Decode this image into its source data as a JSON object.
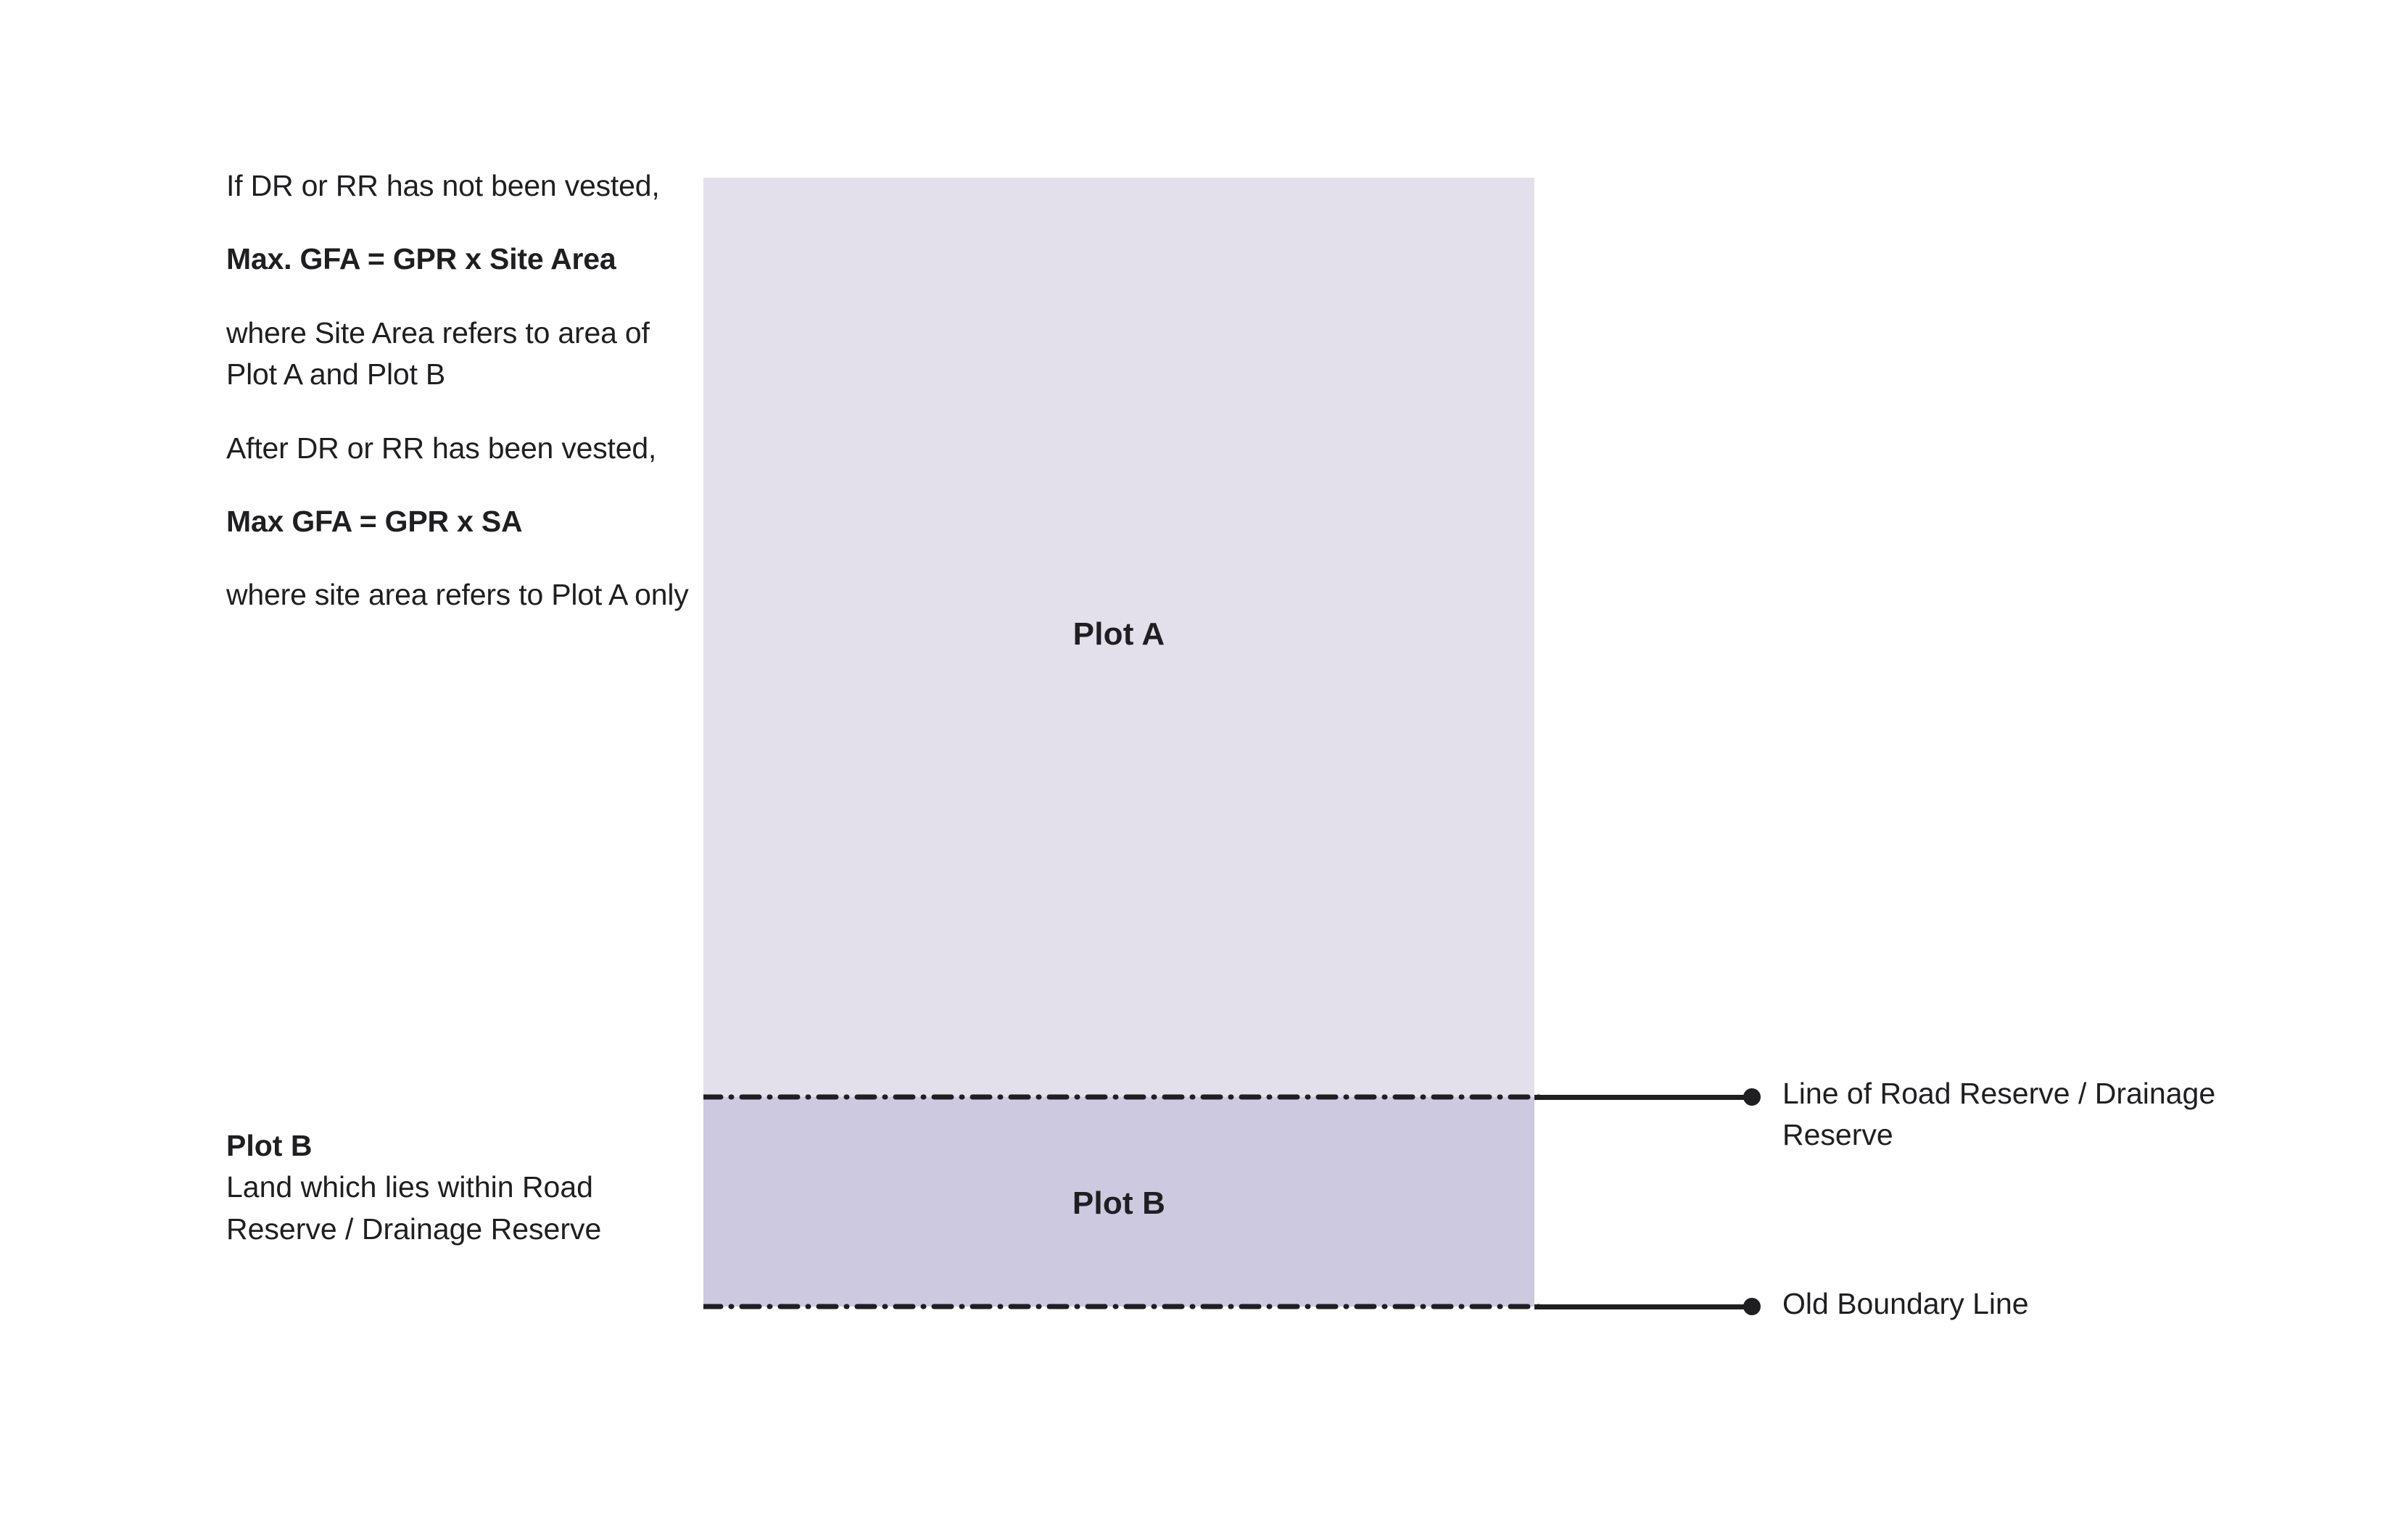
{
  "colors": {
    "plot_a_fill": "#e3e0ec",
    "plot_b_fill": "#ccc9e0",
    "ink": "#1f1f22",
    "background": "#ffffff"
  },
  "notes": {
    "condition_not_vested": "If DR or RR has not been vested,",
    "formula_not_vested": "Max. GFA = GPR x Site Area",
    "explanation_not_vested": "where Site Area refers to area of Plot A and Plot B",
    "condition_vested": "After DR or RR has been vested,",
    "formula_vested": "Max GFA = GPR x SA",
    "explanation_vested": "where site area refers to Plot A only"
  },
  "plot_b_note": {
    "heading": "Plot B",
    "body": "Land which lies within Road Reserve / Drainage Reserve"
  },
  "diagram": {
    "plot_a_label": "Plot A",
    "plot_b_label": "Plot B"
  },
  "callouts": {
    "road_reserve_line": "Line of Road Reserve / Drainage Reserve",
    "old_boundary_line": "Old Boundary Line"
  }
}
